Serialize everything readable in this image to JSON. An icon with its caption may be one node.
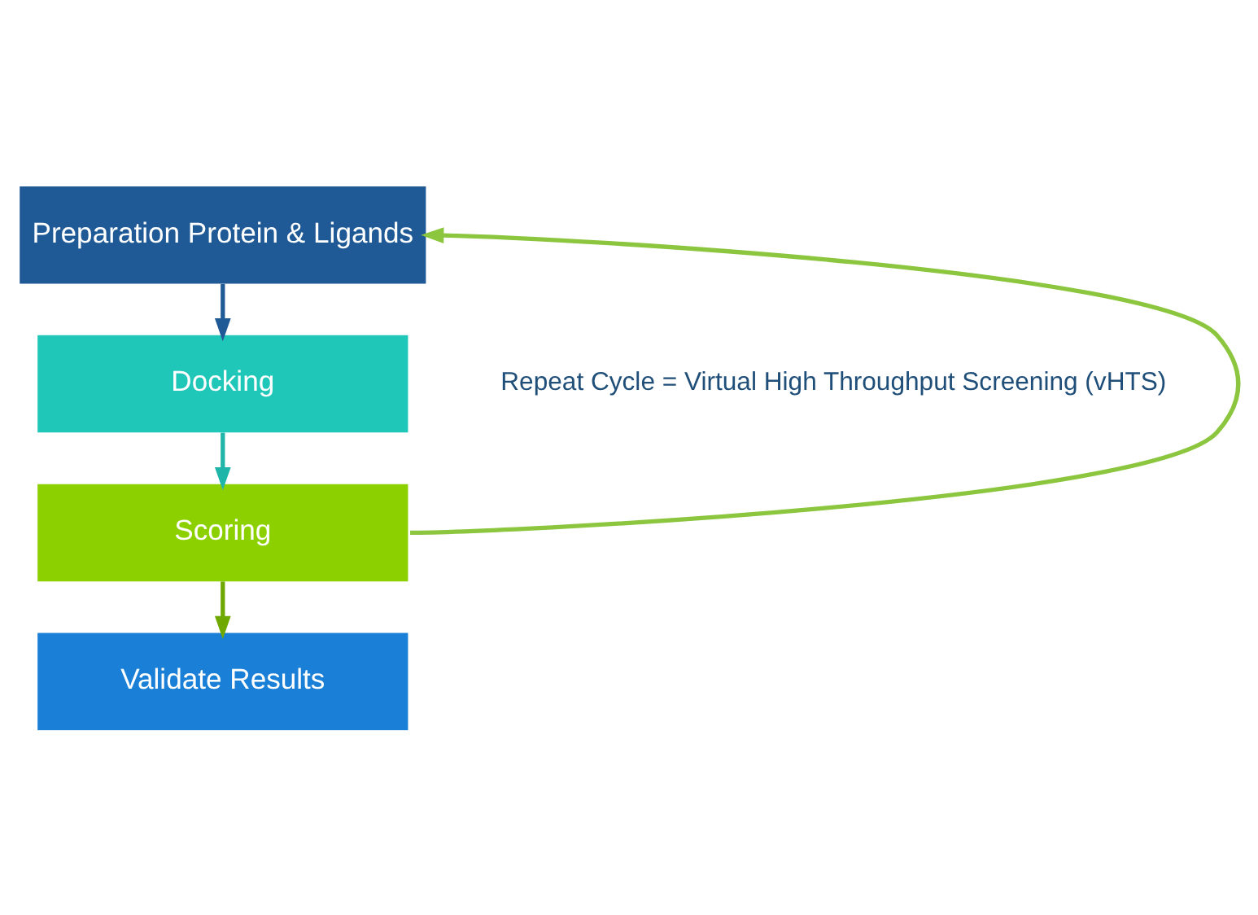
{
  "diagram": {
    "nodes": [
      {
        "text": [
          "Preparation Protein & Ligands"
        ]
      },
      {
        "text": [
          "Docking"
        ]
      },
      {
        "text": [
          "Scoring"
        ]
      },
      {
        "text": [
          "Validate Results"
        ]
      }
    ],
    "edges": [
      {
        "from": 0,
        "to": 1,
        "arrow": "to",
        "color": "#1f5a96"
      },
      {
        "from": 1,
        "to": 2,
        "arrow": "to",
        "color": "#1fb5a8"
      },
      {
        "from": 2,
        "to": 3,
        "arrow": "to",
        "color": "#6fa800"
      },
      {
        "from": 2,
        "to": 0,
        "arrow": "to",
        "color": "#8cc63f"
      }
    ],
    "labels": [
      "Repeat Cycle = Virtual High Throughput Screening (vHTS)"
    ]
  }
}
